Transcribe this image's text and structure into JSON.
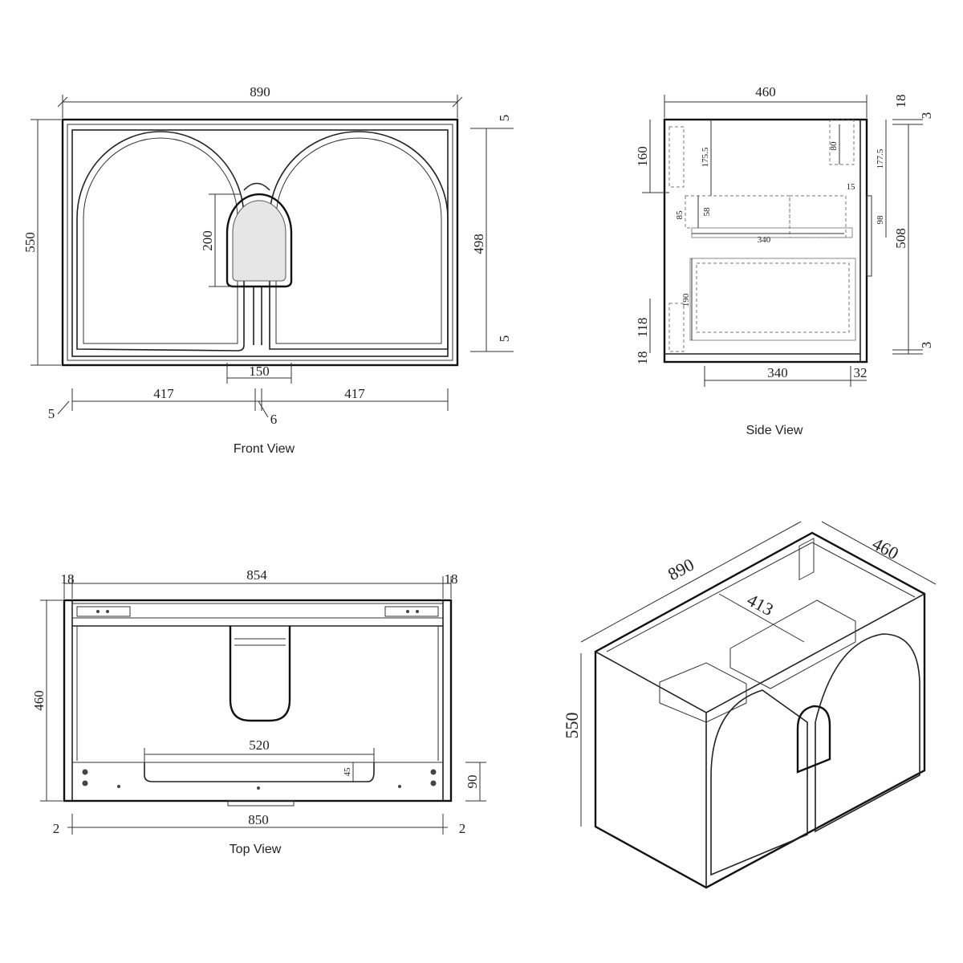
{
  "front_view": {
    "caption": "Front View",
    "dims": {
      "width": "890",
      "height": "550",
      "inner_height": "498",
      "top_gap": "5",
      "bottom_gap": "5",
      "handle_height": "200",
      "handle_width": "150",
      "left_door": "417",
      "right_door": "417",
      "side_gap": "5",
      "centre_gap": "6"
    }
  },
  "side_view": {
    "caption": "Side View",
    "dims": {
      "depth": "460",
      "top_thickness": "18",
      "top_gap": "3",
      "bottom_gap": "3",
      "bracket_height": "160",
      "inner_175_5": "175.5",
      "inner_80": "80",
      "inner_177_5": "177.5",
      "inner_15": "15",
      "tray_85": "85",
      "tray_58": "58",
      "tray_340": "340",
      "handle_98": "98",
      "door_508": "508",
      "shelf_190": "190",
      "bottom_118": "118",
      "base_18": "18",
      "bottom_340": "340",
      "door_32": "32"
    }
  },
  "top_view": {
    "caption": "Top View",
    "dims": {
      "left_side": "18",
      "inner_width": "854",
      "right_side": "18",
      "depth": "460",
      "cutout": "520",
      "cutout_depth": "45",
      "rear_90": "90",
      "overall_850": "850",
      "left_2": "2",
      "right_2": "2"
    }
  },
  "iso_view": {
    "width": "890",
    "depth": "460",
    "height": "550",
    "tray": "413"
  }
}
